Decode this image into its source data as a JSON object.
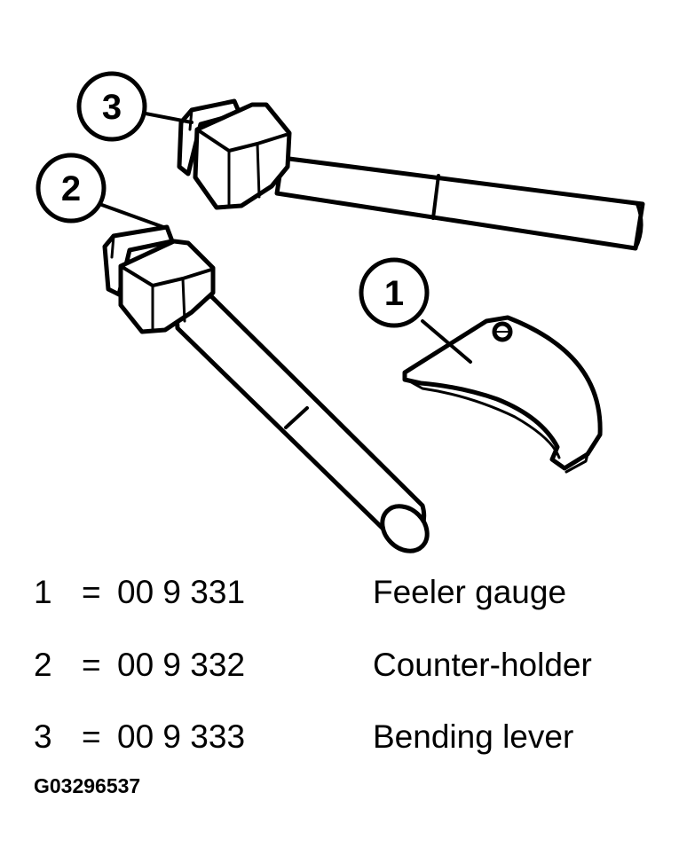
{
  "callouts": {
    "tool_1": "1",
    "tool_2": "2",
    "tool_3": "3"
  },
  "legend": [
    {
      "num": "1",
      "eq": "=",
      "part": "00 9 331",
      "desc": "Feeler gauge"
    },
    {
      "num": "2",
      "eq": "=",
      "part": "00 9 332",
      "desc": "Counter-holder"
    },
    {
      "num": "3",
      "eq": "=",
      "part": "00 9 333",
      "desc": "Bending lever"
    }
  ],
  "figure_code": "G03296537"
}
